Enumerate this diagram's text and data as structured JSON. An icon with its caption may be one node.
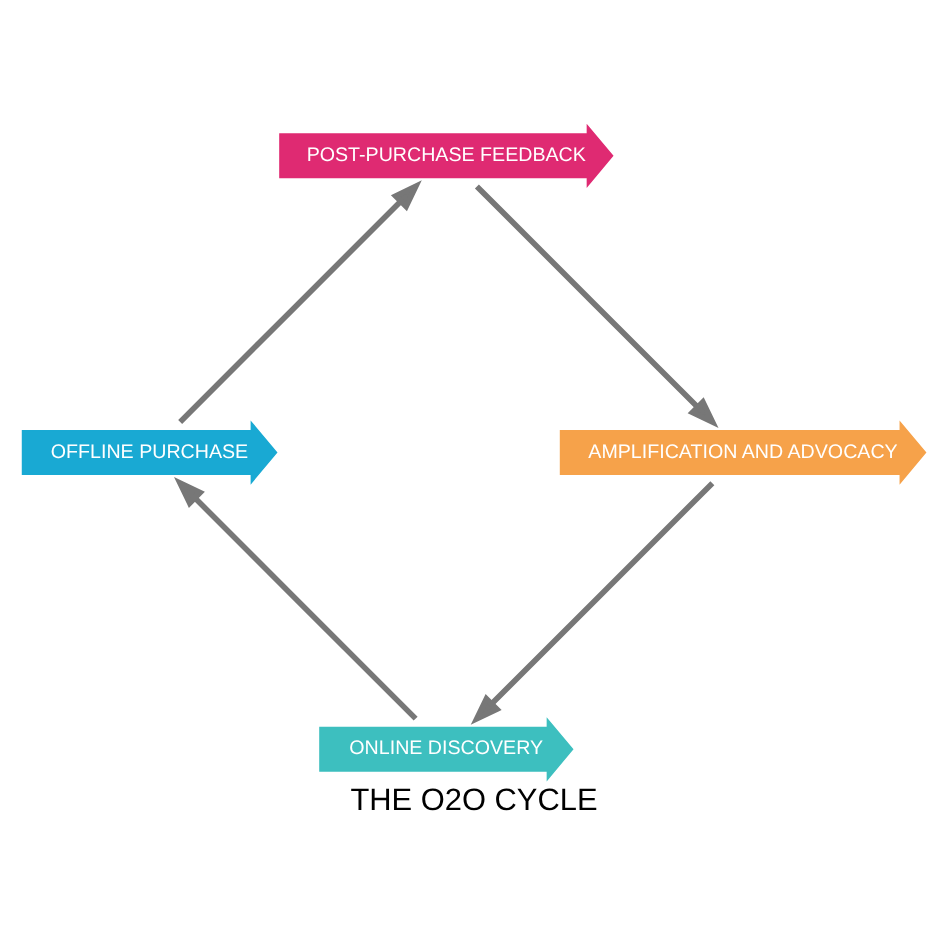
{
  "diagram": {
    "title": "THE O2O CYCLE",
    "nodes": [
      {
        "text": [
          "ONLINE DISCOVERY"
        ]
      },
      {
        "text": [
          "OFFLINE PURCHASE"
        ]
      },
      {
        "text": [
          "POST-PURCHASE FEEDBACK"
        ]
      },
      {
        "text": [
          "AMPLIFICATION AND ADVOCACY"
        ]
      }
    ],
    "edges": [
      {
        "from": 0,
        "to": 1,
        "arrow": "to"
      },
      {
        "from": 1,
        "to": 2,
        "arrow": "to"
      },
      {
        "from": 2,
        "to": 3,
        "arrow": "to"
      },
      {
        "from": 3,
        "to": 0,
        "arrow": "to"
      }
    ]
  }
}
